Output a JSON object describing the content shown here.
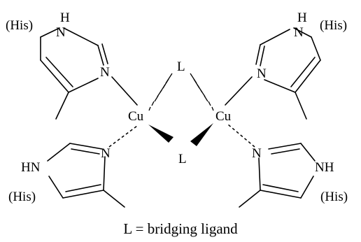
{
  "diagram": {
    "atoms": {
      "metal": "Cu",
      "bridge": "L",
      "nitrogen": "N",
      "hydrogen": "H",
      "nh": "NH",
      "hn": "HN"
    },
    "residue_label": "(His)",
    "caption": "L = bridging ligand"
  }
}
